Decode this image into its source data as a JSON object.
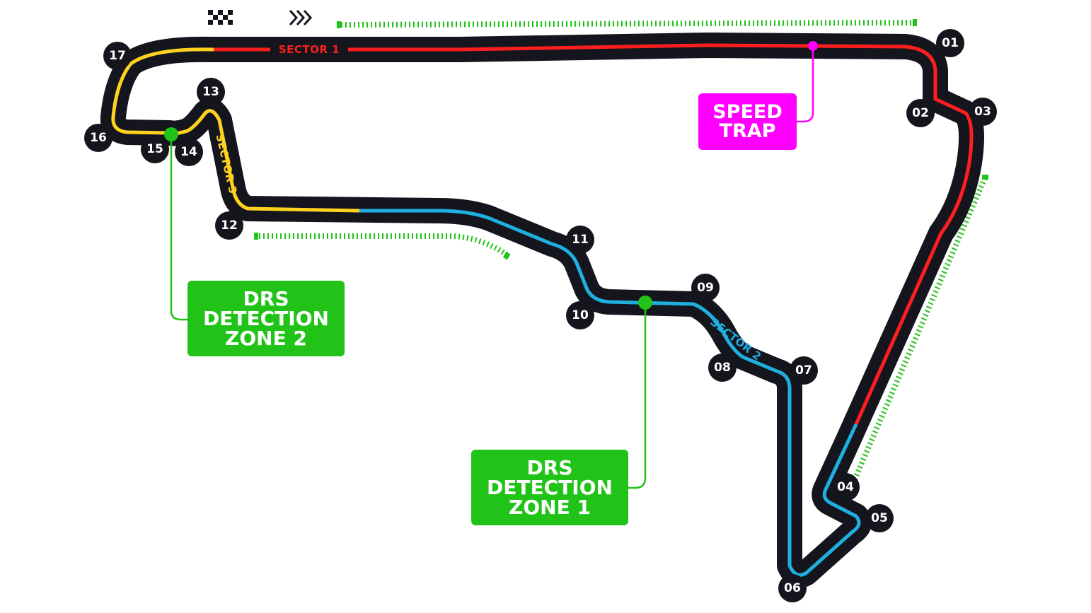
{
  "circuit": {
    "turns": [
      "01",
      "02",
      "03",
      "04",
      "05",
      "06",
      "07",
      "08",
      "09",
      "10",
      "11",
      "12",
      "13",
      "14",
      "15",
      "16",
      "17"
    ],
    "sectors": [
      {
        "label": "SECTOR 1",
        "color": "#ff1e1e"
      },
      {
        "label": "SECTOR 2",
        "color": "#1fb0e0"
      },
      {
        "label": "SECTOR 3",
        "color": "#ffd21f"
      }
    ],
    "track_color": "#15151e",
    "drs_color": "#22c318",
    "speed_trap_color": "#ff00ff"
  },
  "callouts": {
    "drs_zone_2": {
      "lines": [
        "DRS",
        "DETECTION",
        "ZONE 2"
      ]
    },
    "drs_zone_1": {
      "lines": [
        "DRS",
        "DETECTION",
        "ZONE 1"
      ]
    },
    "speed_trap": {
      "lines": [
        "SPEED",
        "TRAP"
      ]
    }
  },
  "icons": {
    "start_finish": "chequered-flag-icon",
    "direction": "direction-chevrons-icon"
  }
}
